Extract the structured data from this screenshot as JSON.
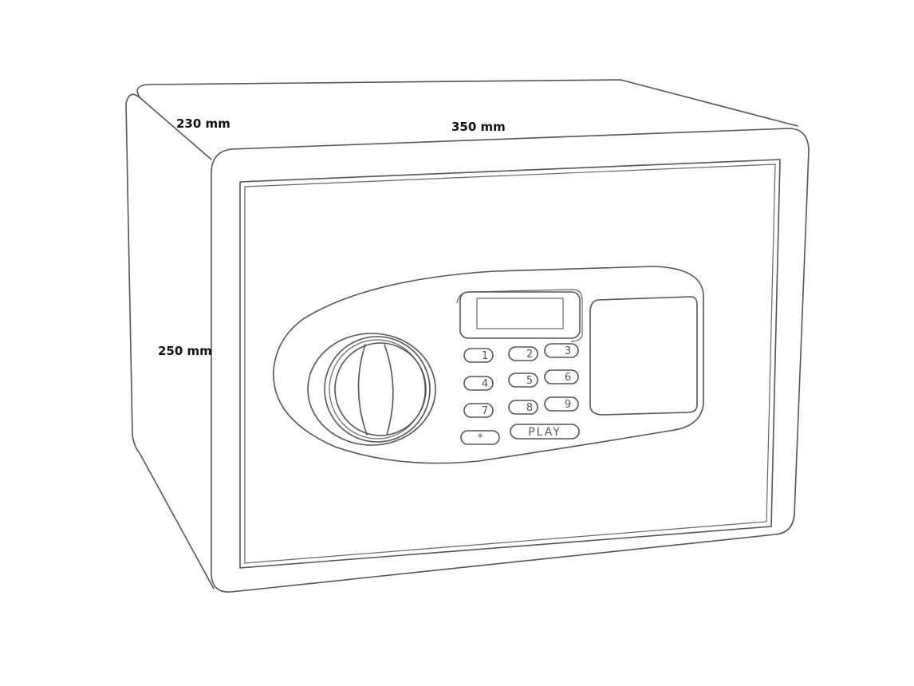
{
  "dimensions": {
    "depth": "230 mm",
    "width": "350 mm",
    "height": "250 mm"
  },
  "keypad": {
    "keys": [
      "1",
      "2",
      "3",
      "4",
      "5",
      "6",
      "7",
      "8",
      "9",
      "*",
      "PLAY"
    ]
  },
  "colors": {
    "line": "#555555",
    "text": "#111111",
    "background": "#ffffff"
  }
}
